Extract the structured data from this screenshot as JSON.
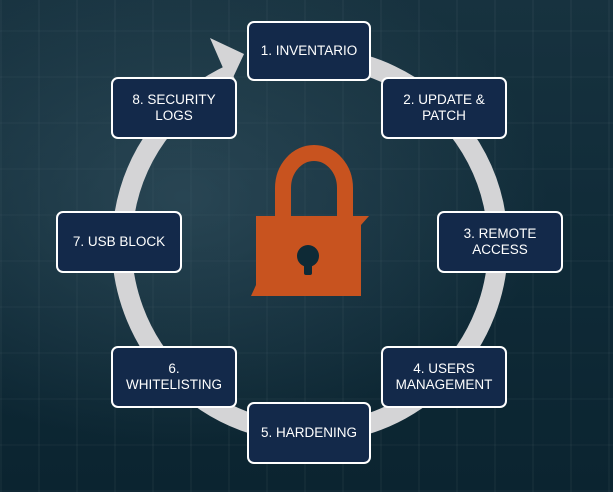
{
  "colors": {
    "background": "#0e2a36",
    "node_fill": "#13294a",
    "node_border": "#ffffff",
    "ring": "#d4d4d6",
    "lock": "#c8531f"
  },
  "center_icon": "padlock-icon",
  "cycle_direction": "clockwise",
  "steps": [
    {
      "label": "1. INVENTARIO"
    },
    {
      "label": "2. UPDATE &\nPATCH"
    },
    {
      "label": "3. REMOTE\nACCESS"
    },
    {
      "label": "4. USERS\nMANAGEMENT"
    },
    {
      "label": "5. HARDENING"
    },
    {
      "label": "6.\nWHITELISTING"
    },
    {
      "label": "7. USB BLOCK"
    },
    {
      "label": "8. SECURITY\nLOGS"
    }
  ]
}
